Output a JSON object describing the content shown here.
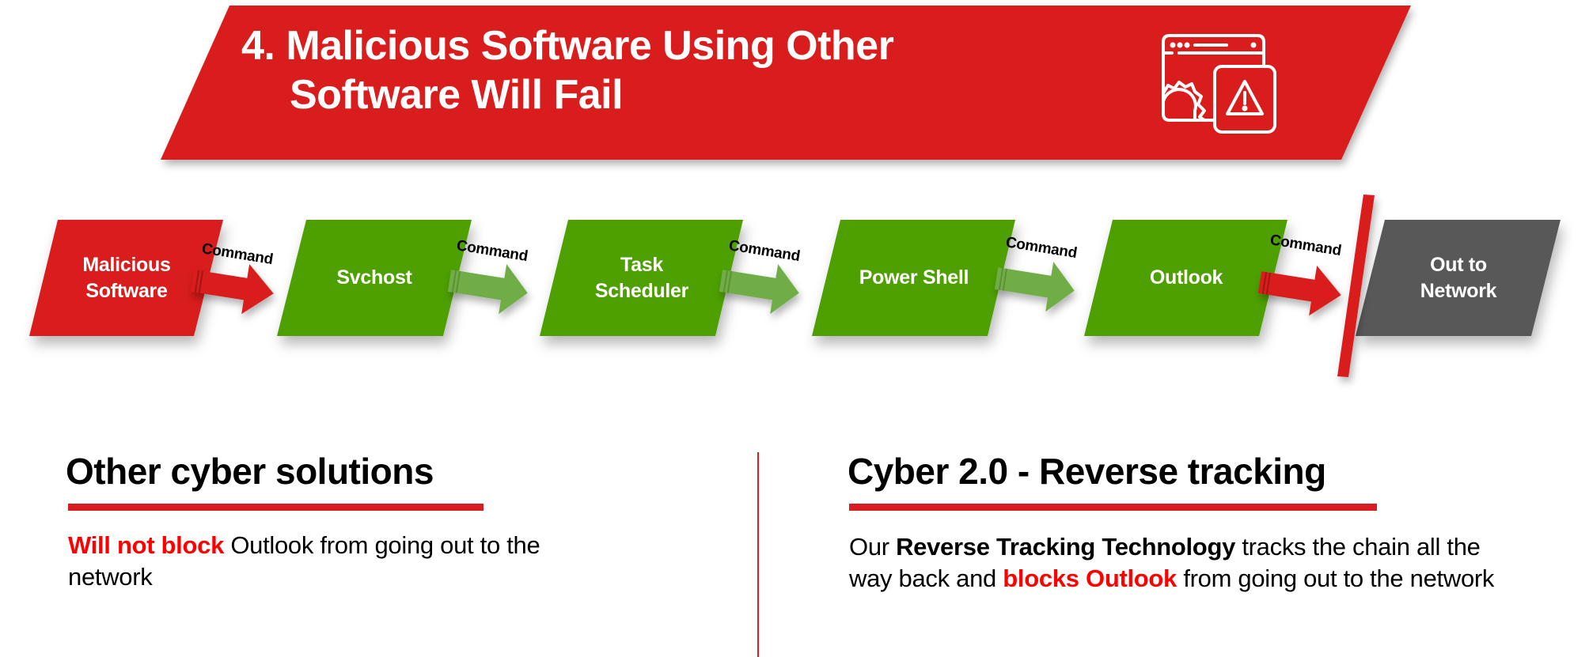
{
  "banner": {
    "title_line1": "4. Malicious Software Using Other",
    "title_line2": "Software Will Fail",
    "icon": "browser-gear-warning-icon",
    "color": "#d91c1f"
  },
  "flow": {
    "nodes": [
      {
        "label_line1": "Malicious",
        "label_line2": "Software",
        "color": "#d91c1f"
      },
      {
        "label_line1": "Svchost",
        "label_line2": "",
        "color": "#4ea000"
      },
      {
        "label_line1": "Task",
        "label_line2": "Scheduler",
        "color": "#4ea000"
      },
      {
        "label_line1": "Power Shell",
        "label_line2": "",
        "color": "#4ea000"
      },
      {
        "label_line1": "Outlook",
        "label_line2": "",
        "color": "#4ea000"
      },
      {
        "label_line1": "Out to",
        "label_line2": "Network",
        "color": "#595959"
      }
    ],
    "arrows": [
      {
        "label": "Command",
        "color": "#d91c1f"
      },
      {
        "label": "Command",
        "color": "#70ad47"
      },
      {
        "label": "Command",
        "color": "#70ad47"
      },
      {
        "label": "Command",
        "color": "#70ad47"
      },
      {
        "label": "Command",
        "color": "#d91c1f"
      }
    ],
    "block_bar_color": "#d91c1f"
  },
  "left_column": {
    "heading": "Other cyber solutions",
    "body_highlight": "Will not block",
    "body_rest": " Outlook from going out to the network"
  },
  "right_column": {
    "heading": "Cyber 2.0 - Reverse tracking",
    "body_part1": "Our ",
    "body_bold": "Reverse Tracking Technology",
    "body_part2": " tracks the chain all the way back and ",
    "body_highlight": "blocks Outlook",
    "body_part3": " from going out to the network"
  }
}
